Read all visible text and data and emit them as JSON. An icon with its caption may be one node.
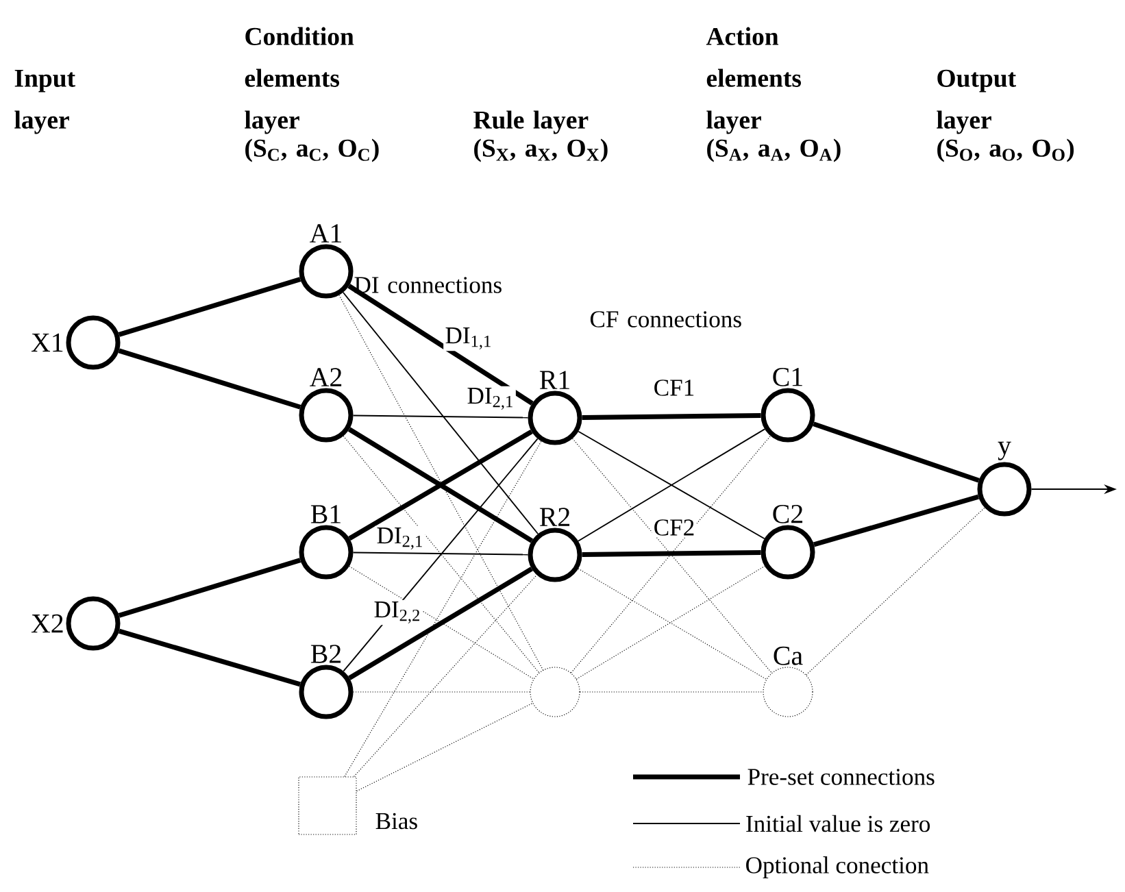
{
  "diagram": {
    "nodes": [
      {
        "text": [
          "X1"
        ]
      },
      {
        "text": [
          "X2"
        ]
      },
      {
        "text": [
          "A1"
        ]
      },
      {
        "text": [
          "A2"
        ]
      },
      {
        "text": [
          "B1"
        ]
      },
      {
        "text": [
          "B2"
        ]
      },
      {
        "text": [
          "R1"
        ]
      },
      {
        "text": [
          "R2"
        ]
      },
      {
        "text": [],
        "shape": "circle"
      },
      {
        "text": [
          "C1"
        ]
      },
      {
        "text": [
          "C2"
        ]
      },
      {
        "text": [
          "Ca"
        ]
      },
      {
        "text": [
          "y"
        ]
      },
      {
        "text": [],
        "shape": "box",
        "beside": [
          "Bias"
        ]
      }
    ],
    "edges": [
      {
        "from": 0,
        "to": 2,
        "arrow": "none",
        "style": "thick"
      },
      {
        "from": 0,
        "to": 3,
        "arrow": "none",
        "style": "thick"
      },
      {
        "from": 1,
        "to": 4,
        "arrow": "none",
        "style": "thick"
      },
      {
        "from": 1,
        "to": 5,
        "arrow": "none",
        "style": "thick"
      },
      {
        "from": 2,
        "to": 6,
        "arrow": "none",
        "style": "thick",
        "label": "DI$_{1,1}$"
      },
      {
        "from": 3,
        "to": 6,
        "arrow": "none",
        "label": "DI$_{2,1}$"
      },
      {
        "from": 2,
        "to": 7,
        "arrow": "none"
      },
      {
        "from": 3,
        "to": 7,
        "arrow": "none",
        "style": "thick"
      },
      {
        "from": 4,
        "to": 6,
        "arrow": "none",
        "style": "thick",
        "label": "DI$_{2,1}$"
      },
      {
        "from": 4,
        "to": 7,
        "arrow": "none"
      },
      {
        "from": 5,
        "to": 6,
        "arrow": "none",
        "label": "DI$_{2,2}$"
      },
      {
        "from": 5,
        "to": 7,
        "arrow": "none",
        "style": "thick"
      },
      {
        "from": 2,
        "to": 8,
        "arrow": "none",
        "style": "dashed"
      },
      {
        "from": 3,
        "to": 8,
        "arrow": "none",
        "style": "dashed"
      },
      {
        "from": 4,
        "to": 8,
        "arrow": "none",
        "style": "dashed"
      },
      {
        "from": 5,
        "to": 8,
        "arrow": "none",
        "style": "dashed"
      },
      {
        "from": 13,
        "to": 6,
        "arrow": "none",
        "style": "dashed"
      },
      {
        "from": 13,
        "to": 7,
        "arrow": "none",
        "style": "dashed"
      },
      {
        "from": 13,
        "to": 8,
        "arrow": "none",
        "style": "dashed"
      },
      {
        "from": 6,
        "to": 9,
        "arrow": "none",
        "style": "thick",
        "label": "CF1"
      },
      {
        "from": 7,
        "to": 10,
        "arrow": "none",
        "style": "thick",
        "label": "CF2"
      },
      {
        "from": 6,
        "to": 10,
        "arrow": "none"
      },
      {
        "from": 7,
        "to": 9,
        "arrow": "none"
      },
      {
        "from": 6,
        "to": 11,
        "arrow": "none",
        "style": "dashed"
      },
      {
        "from": 7,
        "to": 11,
        "arrow": "none",
        "style": "dashed"
      },
      {
        "from": 8,
        "to": 9,
        "arrow": "none",
        "style": "dashed"
      },
      {
        "from": 8,
        "to": 10,
        "arrow": "none",
        "style": "dashed"
      },
      {
        "from": 8,
        "to": 11,
        "arrow": "none",
        "style": "dashed"
      },
      {
        "from": 9,
        "to": 12,
        "arrow": "none",
        "style": "thick"
      },
      {
        "from": 10,
        "to": 12,
        "arrow": "none",
        "style": "thick"
      },
      {
        "from": 11,
        "to": 12,
        "arrow": "none",
        "style": "dashed"
      },
      {
        "from": 12,
        "to": null,
        "arrow": "to"
      }
    ],
    "labels": [
      "Input layer",
      "Condition elements layer",
      "(S$_{C}$, a$_{C}$, O$_{C}$)",
      "Rule layer",
      "(S$_{X}$, a$_{X}$, O$_{X}$)",
      "Action elements layer",
      "(S$_{A}$, a$_{A}$, O$_{A}$)",
      "Output layer",
      "(S$_{O}$, a$_{O}$, O$_{O}$)",
      "DI connections",
      "CF connections"
    ],
    "legend": [
      {
        "text": "Pre-set connections"
      },
      {
        "text": "Initial value is zero"
      },
      {
        "text": "Optional conection"
      }
    ]
  }
}
